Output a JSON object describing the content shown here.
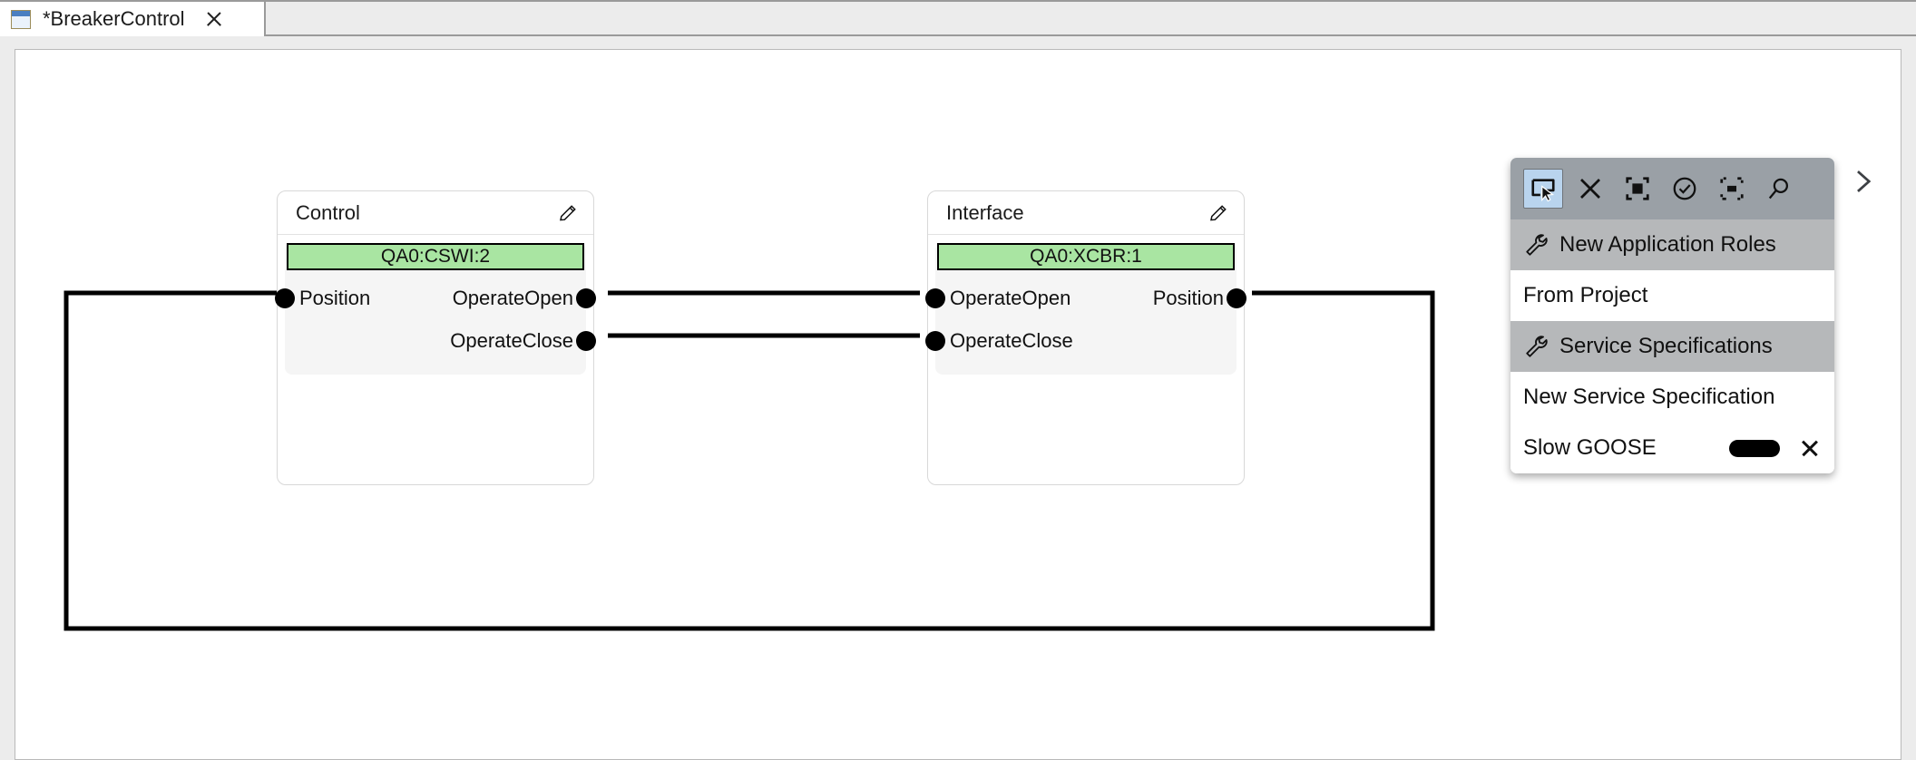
{
  "window": {
    "tab": {
      "label": "*BreakerControl",
      "icon": "editor-window-icon",
      "close_icon": "close-icon"
    }
  },
  "diagram": {
    "blocks": [
      {
        "id": "control",
        "title": "Control",
        "edit_icon": "pencil-icon",
        "badge": "QA0:CSWI:2",
        "badge_color": "#a9e5a2",
        "inputs": [
          "Position"
        ],
        "outputs": [
          "OperateOpen",
          "OperateClose"
        ]
      },
      {
        "id": "interface",
        "title": "Interface",
        "edit_icon": "pencil-icon",
        "badge": "QA0:XCBR:1",
        "badge_color": "#a9e5a2",
        "inputs": [
          "OperateOpen",
          "OperateClose"
        ],
        "outputs": [
          "Position"
        ]
      }
    ],
    "connections": [
      {
        "from": "control.OperateOpen",
        "to": "interface.OperateOpen"
      },
      {
        "from": "control.OperateClose",
        "to": "interface.OperateClose"
      },
      {
        "from": "interface.Position",
        "to": "control.Position"
      }
    ]
  },
  "tool_panel": {
    "tools": [
      {
        "name": "select-tool",
        "icon": "pointer-select-icon",
        "selected": true
      },
      {
        "name": "delete-tool",
        "icon": "close-x-icon",
        "selected": false
      },
      {
        "name": "frame-tool",
        "icon": "maximize-frame-icon",
        "selected": false
      },
      {
        "name": "validate-tool",
        "icon": "check-circle-icon",
        "selected": false
      },
      {
        "name": "fit-tool",
        "icon": "fit-to-frame-icon",
        "selected": false
      },
      {
        "name": "zoom-tool",
        "icon": "magnifier-icon",
        "selected": false
      }
    ],
    "menu": [
      {
        "label": "New Application Roles",
        "type": "group",
        "icon": "wrench-icon"
      },
      {
        "label": "From Project",
        "type": "item"
      },
      {
        "label": "Service Specifications",
        "type": "group",
        "icon": "wrench-icon"
      },
      {
        "label": "New Service Specification",
        "type": "item"
      },
      {
        "label": "Slow GOOSE",
        "type": "item",
        "pill": true,
        "close_icon": "close-icon"
      }
    ],
    "expand_icon": "chevron-right-icon"
  }
}
